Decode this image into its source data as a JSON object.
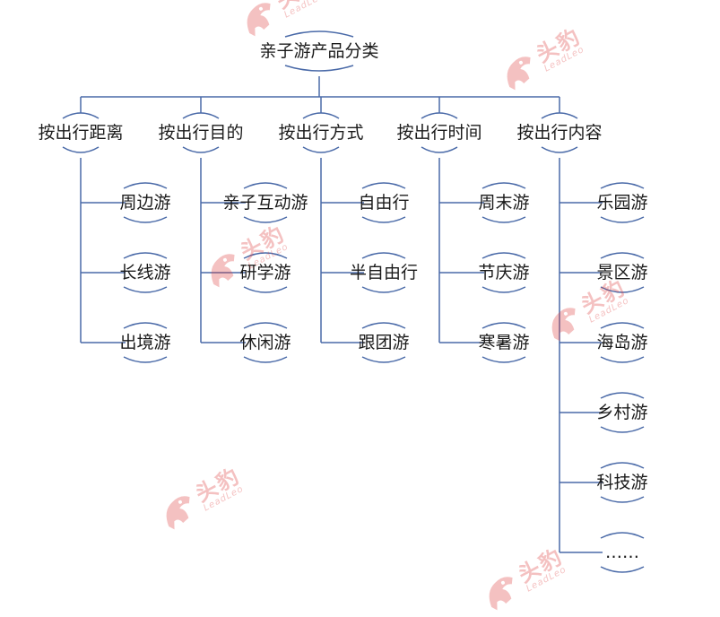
{
  "root": "亲子游产品分类",
  "categories": [
    {
      "label": "按出行距离",
      "children": [
        "周边游",
        "长线游",
        "出境游"
      ]
    },
    {
      "label": "按出行目的",
      "children": [
        "亲子互动游",
        "研学游",
        "休闲游"
      ]
    },
    {
      "label": "按出行方式",
      "children": [
        "自由行",
        "半自由行",
        "跟团游"
      ]
    },
    {
      "label": "按出行时间",
      "children": [
        "周末游",
        "节庆游",
        "寒暑游"
      ]
    },
    {
      "label": "按出行内容",
      "children": [
        "乐园游",
        "景区游",
        "海岛游",
        "乡村游",
        "科技游",
        "……"
      ]
    }
  ],
  "watermark": {
    "cn": "头豹",
    "en": "LeadLeo"
  },
  "colors": {
    "line": "#4a6aa8",
    "watermark": "#e04040"
  }
}
